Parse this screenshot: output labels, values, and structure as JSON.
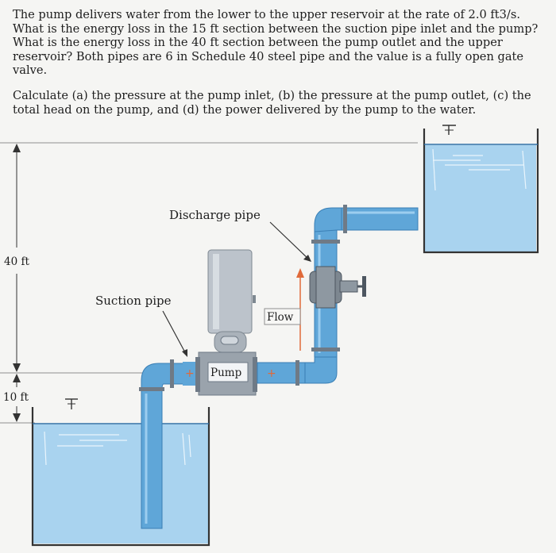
{
  "problem": {
    "paragraph1": "The pump delivers water from the lower to the upper reservoir at the rate of 2.0 ft3/s. What is the energy loss in the 15 ft section between the suction pipe inlet and the pump? What is the energy loss in the 40 ft section between the pump outlet and the upper reservoir? Both pipes are 6 in Schedule 40 steel pipe and the value is a fully open gate valve.",
    "paragraph2": "Calculate (a) the pressure at the pump inlet, (b) the pressure at the pump outlet, (c) the total head on the pump, and (d) the power delivered by the pump to the water."
  },
  "diagram": {
    "labels": {
      "discharge_pipe": "Discharge pipe",
      "suction_pipe": "Suction pipe",
      "pump": "Pump",
      "flow": "Flow",
      "dim_40ft": "40 ft",
      "dim_10ft": "10 ft"
    },
    "colors": {
      "water": "#a9d3ef",
      "pipe": "#5fa6d8",
      "pipe_dark": "#3a7fb5",
      "pump_body": "#bcc3cb",
      "flange": "#6f7a86"
    }
  }
}
